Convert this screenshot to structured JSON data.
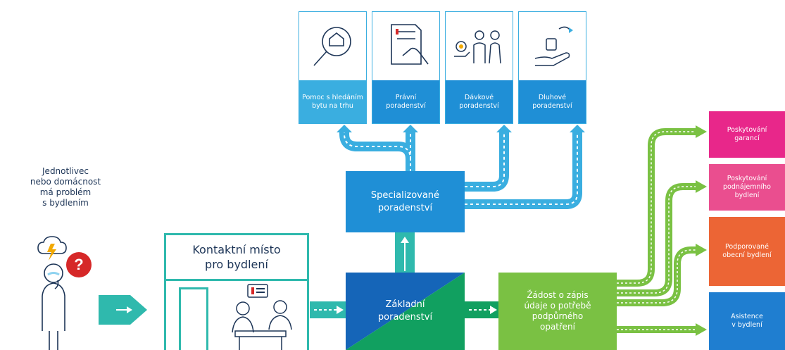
{
  "person_text": "Jednotlivec\nnebo domácnost\nmá problém\ns bydlením",
  "question_mark": "?",
  "contact_title": "Kontaktní místo\npro bydlení",
  "basic_counseling": "Základní\nporadenství",
  "specialized_counseling": "Specializované\nporadenství",
  "request_text": "Žádost o zápis\núdaje o potřebě\npodpůrného\nopatření",
  "services": [
    {
      "label": "Pomoc s hledáním\nbytu na trhu",
      "icon": "house-search-icon",
      "color": "#3aaee0"
    },
    {
      "label": "Právní\nporadenství",
      "icon": "legal-document-icon",
      "color": "#1f8fd6"
    },
    {
      "label": "Dávkové\nporadenství",
      "icon": "benefits-family-icon",
      "color": "#1f8fd6"
    },
    {
      "label": "Dluhové\nporadenství",
      "icon": "debt-coins-icon",
      "color": "#1f8fd6"
    }
  ],
  "outcomes": [
    {
      "label": "Poskytování\ngarancí",
      "color": "#e8278a"
    },
    {
      "label": "Poskytování\npodnájemního\nbydlení",
      "color": "#ea4e8f"
    },
    {
      "label": "Podporované\nobecní bydlení",
      "color": "#ec6535"
    },
    {
      "label": "Asistence\nv bydlení",
      "color": "#1f7ed0"
    }
  ],
  "colors": {
    "teal": "#2fb9ad",
    "blue": "#1f8fd6",
    "dark_blue": "#1565b8",
    "green": "#11a060",
    "light_green": "#7ac143",
    "navy": "#1d3557"
  }
}
